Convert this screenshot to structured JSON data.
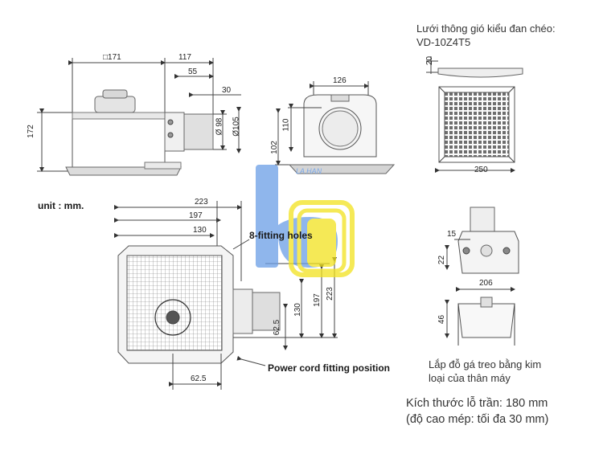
{
  "unit_label": "unit : mm.",
  "grille": {
    "title_line1": "Lưới thông gió kiểu đan chéo:",
    "title_line2": "VD-10Z4T5",
    "dim_height": "20",
    "dim_width": "250"
  },
  "side_view": {
    "width": "□171",
    "duct_offset": "117",
    "flange_a": "55",
    "flange_b": "30",
    "height": "172",
    "dia_inner": "Ø 98",
    "dia_outer": "Ø105"
  },
  "front_view": {
    "width": "126",
    "height_a": "110",
    "height_b": "102"
  },
  "top_view": {
    "dim_223": "223",
    "dim_197": "197",
    "dim_130": "130",
    "fitting_holes": "8-fitting holes",
    "v_130": "130",
    "v_197": "197",
    "v_223": "223",
    "v_62_5": "62.5",
    "h_62_5": "62.5",
    "power_cord": "Power cord fitting position"
  },
  "bracket": {
    "dim_15": "15",
    "dim_22": "22",
    "dim_206": "206",
    "dim_46": "46",
    "caption_line1": "Lắp đỗ gá treo bằng kim",
    "caption_line2": "loại của thân máy"
  },
  "ceiling": {
    "line1": "Kích thước lỗ trần: 180 mm",
    "line2": "(độ cao mép: tối đa 30 mm)"
  },
  "watermark": {
    "text": "LA HAN",
    "color_blue": "#6a9ee6",
    "color_yellow": "#f2e21e"
  }
}
